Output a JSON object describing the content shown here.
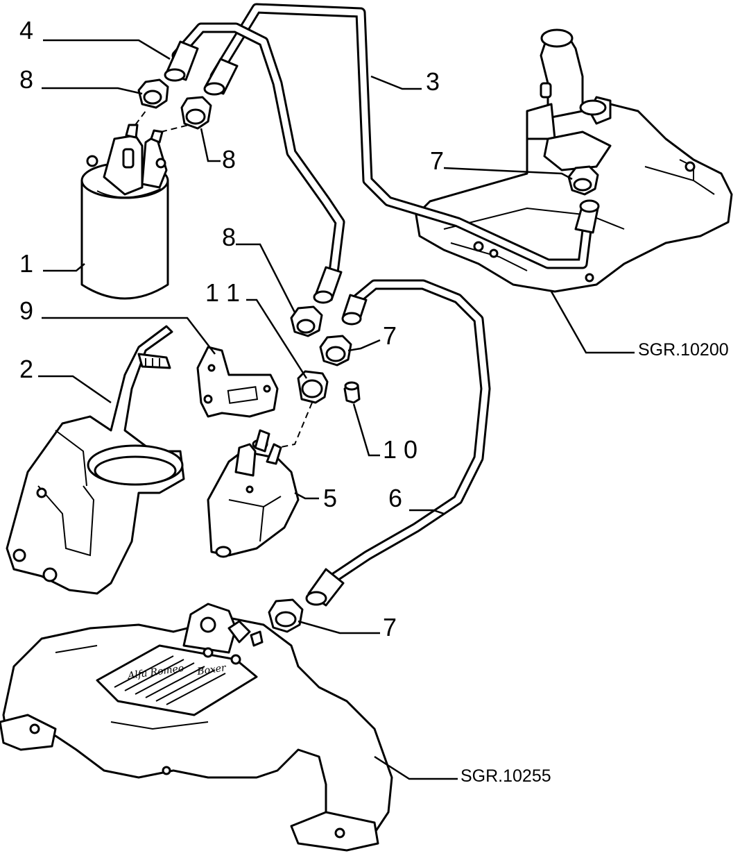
{
  "callouts": {
    "c1": "1",
    "c2": "2",
    "c3": "3",
    "c4": "4",
    "c5": "5",
    "c6": "6",
    "c7a": "7",
    "c7b": "7",
    "c7c": "7",
    "c8a": "8",
    "c8b": "8",
    "c8c": "8",
    "c9": "9",
    "c10": "1 0",
    "c11": "1 1"
  },
  "references": {
    "tank": "SGR.10200",
    "manifold": "SGR.10255"
  },
  "manifold_lettering": {
    "brand": "Alfa Romeo",
    "model": "Boxer"
  }
}
